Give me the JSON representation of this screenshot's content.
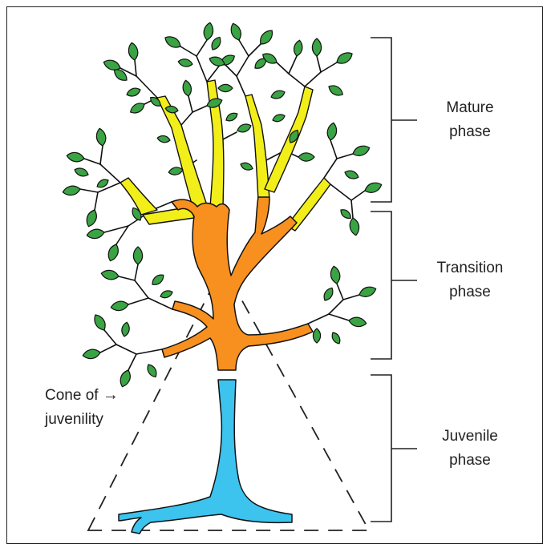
{
  "phases": [
    {
      "line1": "Mature",
      "line2": "phase"
    },
    {
      "line1": "Transition",
      "line2": "phase"
    },
    {
      "line1": "Juvenile",
      "line2": "phase"
    }
  ],
  "cone": {
    "line1": "Cone of",
    "line2": "juvenility",
    "arrow": "→"
  },
  "colors": {
    "juvenile_trunk": "#3cc3ee",
    "transition_wood": "#f7901e",
    "mature_wood": "#f2ee1a",
    "leaf": "#3aa343",
    "outline": "#111111"
  },
  "icons": [
    "tree-illustration",
    "leaf-icon",
    "bracket-icon",
    "arrow-icon",
    "dashed-cone"
  ]
}
